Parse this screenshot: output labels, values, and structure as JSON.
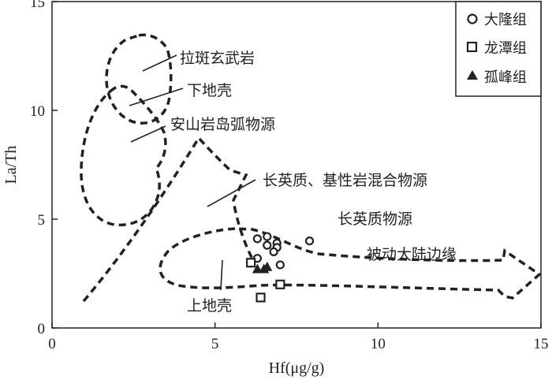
{
  "chart_data": {
    "type": "scatter",
    "xlabel": "Hf(μg/g)",
    "ylabel": "La/Th",
    "xlim": [
      0,
      15
    ],
    "ylim": [
      0,
      15
    ],
    "x_ticks": [
      "0",
      "5",
      "10",
      "15"
    ],
    "y_ticks": [
      "0",
      "5",
      "10",
      "15"
    ],
    "grid": false,
    "legend_position": "top-right",
    "series": [
      {
        "name": "大隆组",
        "marker": "circle",
        "points": [
          {
            "x": 6.3,
            "y": 4.1
          },
          {
            "x": 6.6,
            "y": 4.2
          },
          {
            "x": 6.9,
            "y": 3.9
          },
          {
            "x": 6.6,
            "y": 3.8
          },
          {
            "x": 6.9,
            "y": 3.7
          },
          {
            "x": 6.8,
            "y": 3.5
          },
          {
            "x": 7.9,
            "y": 4.0
          },
          {
            "x": 6.3,
            "y": 3.2
          },
          {
            "x": 7.0,
            "y": 2.9
          }
        ]
      },
      {
        "name": "龙潭组",
        "marker": "square",
        "points": [
          {
            "x": 6.1,
            "y": 3.0
          },
          {
            "x": 6.4,
            "y": 1.4
          },
          {
            "x": 7.0,
            "y": 2.0
          }
        ]
      },
      {
        "name": "孤峰组",
        "marker": "triangle",
        "points": [
          {
            "x": 6.3,
            "y": 2.7
          },
          {
            "x": 6.5,
            "y": 2.7
          },
          {
            "x": 6.6,
            "y": 2.8
          }
        ]
      }
    ],
    "annotations": [
      "拉斑玄武岩",
      "下地壳",
      "安山岩岛弧物源",
      "长英质、基性岩混合物源",
      "长英质物源",
      "被动大陆边缘",
      "上地壳"
    ]
  }
}
